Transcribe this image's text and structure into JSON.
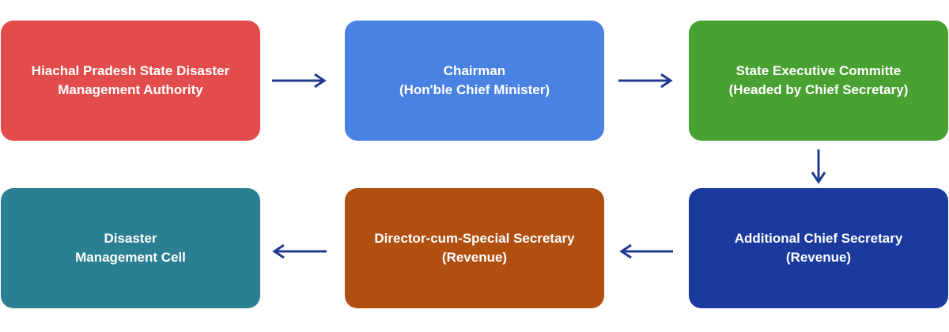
{
  "colors": {
    "box1": "#e34c4c",
    "box2": "#4a82e3",
    "box3": "#48a131",
    "box4": "#1a3a9e",
    "box5": "#b14f11",
    "box6": "#2b7f92",
    "arrow": "#1f3b8f",
    "text": "#ffffff"
  },
  "boxes": [
    {
      "line1": "Hiachal Pradesh State Disaster",
      "line2": "Management Authority"
    },
    {
      "line1": "Chairman",
      "line2": "(Hon'ble Chief Minister)"
    },
    {
      "line1": "State Executive Committe",
      "line2": "(Headed by Chief Secretary)"
    },
    {
      "line1": "Additional Chief Secretary",
      "line2": "(Revenue)"
    },
    {
      "line1": "Director-cum-Special Secretary",
      "line2": "(Revenue)"
    },
    {
      "line1": "Disaster",
      "line2": "Management Cell"
    }
  ]
}
